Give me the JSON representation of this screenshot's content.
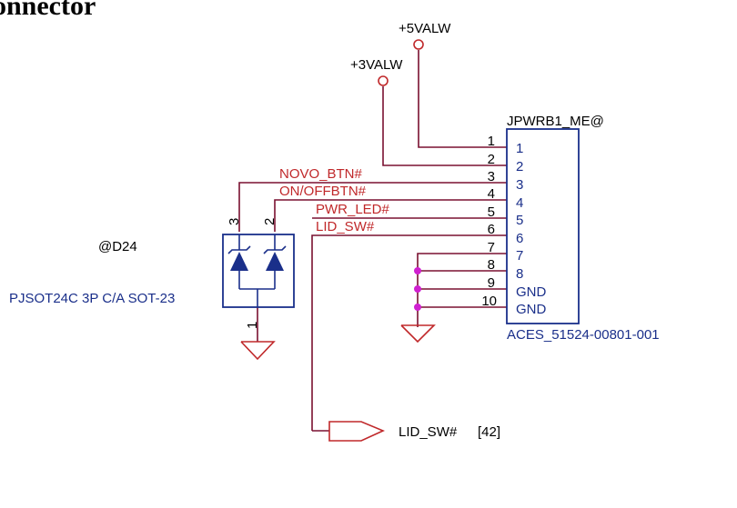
{
  "header": {
    "title_fragment": "onnector"
  },
  "power_rails": {
    "v5": "+5VALW",
    "v3": "+3VALW"
  },
  "connector": {
    "ref": "JPWRB1_ME@",
    "part": "ACES_51524-00801-001",
    "pin_labels": [
      "1",
      "2",
      "3",
      "4",
      "5",
      "6",
      "7",
      "8",
      "GND",
      "GND"
    ],
    "pin_numbers": [
      "1",
      "2",
      "3",
      "4",
      "5",
      "6",
      "7",
      "8",
      "9",
      "10"
    ]
  },
  "nets": {
    "novo_btn": "NOVO_BTN#",
    "on_off_btn": "ON/OFFBTN#",
    "pwr_led": "PWR_LED#",
    "lid_sw": "LID_SW#"
  },
  "esd_diode": {
    "ref": "@D24",
    "part": "PJSOT24C 3P C/A SOT-23",
    "pin_left": "3",
    "pin_right": "2",
    "pin_bottom": "1"
  },
  "offpage": {
    "label": "LID_SW#",
    "ref": "[42]"
  },
  "colors": {
    "wire": "#7a1030",
    "net_label": "#c0282a",
    "component": "#1a2f8a",
    "power": "#c0282a",
    "junction": "#d020d0",
    "text": "#000000"
  }
}
